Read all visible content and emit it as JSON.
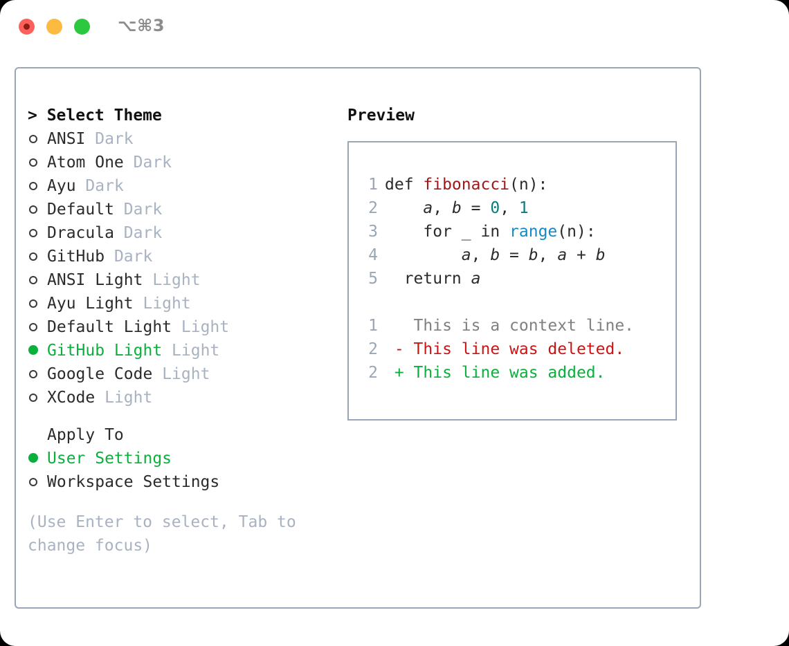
{
  "titlebar": {
    "shortcut": "⌥⌘3",
    "buttons": [
      {
        "name": "close",
        "color": "#fc6058"
      },
      {
        "name": "minimize",
        "color": "#fcbb40"
      },
      {
        "name": "maximize",
        "color": "#2bc840"
      }
    ]
  },
  "theme_list": {
    "header": "> Select Theme",
    "items": [
      {
        "marker": "hollow",
        "name": "ANSI",
        "mode": "Dark",
        "selected": false
      },
      {
        "marker": "hollow",
        "name": "Atom One",
        "mode": "Dark",
        "selected": false
      },
      {
        "marker": "hollow",
        "name": "Ayu",
        "mode": "Dark",
        "selected": false
      },
      {
        "marker": "hollow",
        "name": "Default",
        "mode": "Dark",
        "selected": false
      },
      {
        "marker": "hollow",
        "name": "Dracula",
        "mode": "Dark",
        "selected": false
      },
      {
        "marker": "hollow",
        "name": "GitHub",
        "mode": "Dark",
        "selected": false
      },
      {
        "marker": "hollow",
        "name": "ANSI Light",
        "mode": "Light",
        "selected": false
      },
      {
        "marker": "hollow",
        "name": "Ayu Light",
        "mode": "Light",
        "selected": false
      },
      {
        "marker": "hollow",
        "name": "Default Light",
        "mode": "Light",
        "selected": false
      },
      {
        "marker": "filled",
        "name": "GitHub Light",
        "mode": "Light",
        "selected": true
      },
      {
        "marker": "hollow",
        "name": "Google Code",
        "mode": "Light",
        "selected": false
      },
      {
        "marker": "hollow",
        "name": "XCode",
        "mode": "Light",
        "selected": false
      }
    ]
  },
  "apply_to": {
    "label": "Apply To",
    "items": [
      {
        "marker": "filled",
        "name": "User Settings",
        "selected": true
      },
      {
        "marker": "hollow",
        "name": "Workspace Settings",
        "selected": false
      }
    ]
  },
  "hint": "(Use Enter to select, Tab to change focus)",
  "preview": {
    "title": "Preview",
    "code_lines": [
      {
        "number": "1",
        "tokens": [
          {
            "text": "def ",
            "type": "kw"
          },
          {
            "text": "fibonacci",
            "type": "fn"
          },
          {
            "text": "(n):",
            "type": "punct"
          }
        ]
      },
      {
        "number": "2",
        "tokens": [
          {
            "text": "    ",
            "type": "punct"
          },
          {
            "text": "a",
            "type": "var"
          },
          {
            "text": ", ",
            "type": "punct"
          },
          {
            "text": "b",
            "type": "var"
          },
          {
            "text": " = ",
            "type": "punct"
          },
          {
            "text": "0",
            "type": "num"
          },
          {
            "text": ", ",
            "type": "punct"
          },
          {
            "text": "1",
            "type": "num"
          }
        ]
      },
      {
        "number": "3",
        "tokens": [
          {
            "text": "    for ",
            "type": "kw"
          },
          {
            "text": "_ ",
            "type": "punct"
          },
          {
            "text": "in ",
            "type": "kw"
          },
          {
            "text": "range",
            "type": "bif"
          },
          {
            "text": "(n):",
            "type": "punct"
          }
        ]
      },
      {
        "number": "4",
        "tokens": [
          {
            "text": "        ",
            "type": "punct"
          },
          {
            "text": "a",
            "type": "var"
          },
          {
            "text": ", ",
            "type": "punct"
          },
          {
            "text": "b",
            "type": "var"
          },
          {
            "text": " = ",
            "type": "punct"
          },
          {
            "text": "b",
            "type": "var"
          },
          {
            "text": ", ",
            "type": "punct"
          },
          {
            "text": "a",
            "type": "var"
          },
          {
            "text": " + ",
            "type": "punct"
          },
          {
            "text": "b",
            "type": "var"
          }
        ]
      },
      {
        "number": "5",
        "tokens": [
          {
            "text": "  return ",
            "type": "kw"
          },
          {
            "text": "a",
            "type": "var"
          }
        ]
      }
    ],
    "diff_lines": [
      {
        "number": "1",
        "sign": " ",
        "text": " This is a context line.",
        "type": "context"
      },
      {
        "number": "2",
        "sign": "-",
        "text": " This line was deleted.",
        "type": "deleted"
      },
      {
        "number": "2",
        "sign": "+",
        "text": " This line was added.",
        "type": "added"
      }
    ]
  },
  "colors": {
    "accent_green": "#0bb03c",
    "border": "#9aa5b5",
    "muted": "#a8b2c1",
    "diff_deleted": "#cc1414",
    "diff_added": "#0bb03c",
    "diff_context": "#808080",
    "code_function": "#a01818",
    "code_number": "#0a7b7b",
    "code_builtin": "#1589c4"
  }
}
